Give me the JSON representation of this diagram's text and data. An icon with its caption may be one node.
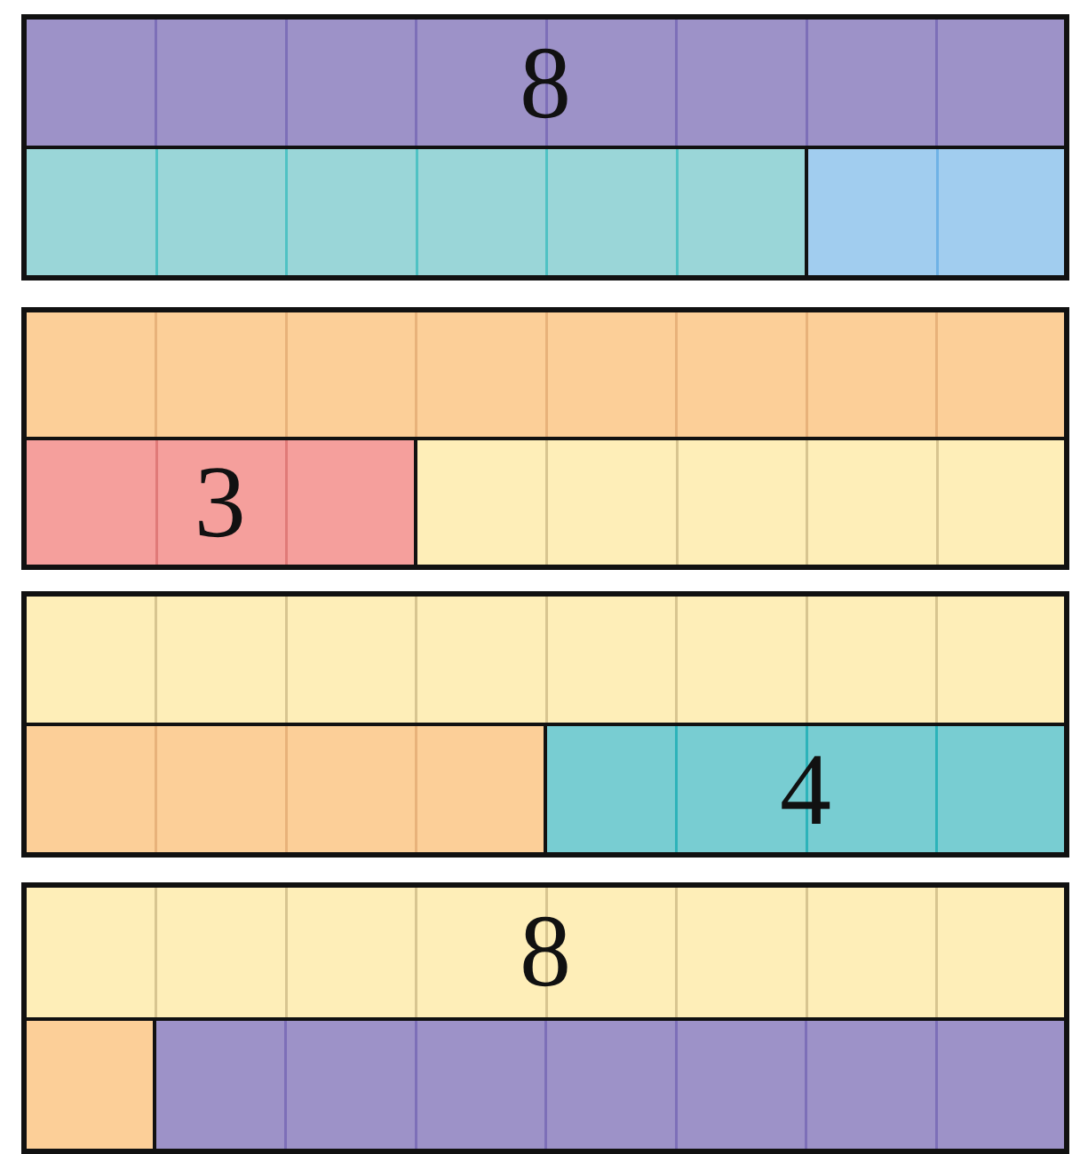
{
  "diagram": {
    "nodes": [
      {
        "text": [
          "8"
        ]
      },
      {
        "text": [],
        "shape": "bar"
      },
      {
        "text": [],
        "shape": "bar"
      },
      {
        "text": [],
        "shape": "bar"
      },
      {
        "text": [
          "3"
        ]
      },
      {
        "text": [],
        "shape": "bar"
      },
      {
        "text": [],
        "shape": "bar"
      },
      {
        "text": [],
        "shape": "bar"
      },
      {
        "text": [
          "4"
        ]
      },
      {
        "text": [
          "8"
        ]
      },
      {
        "text": [],
        "shape": "bar"
      },
      {
        "text": [],
        "shape": "bar"
      }
    ]
  }
}
